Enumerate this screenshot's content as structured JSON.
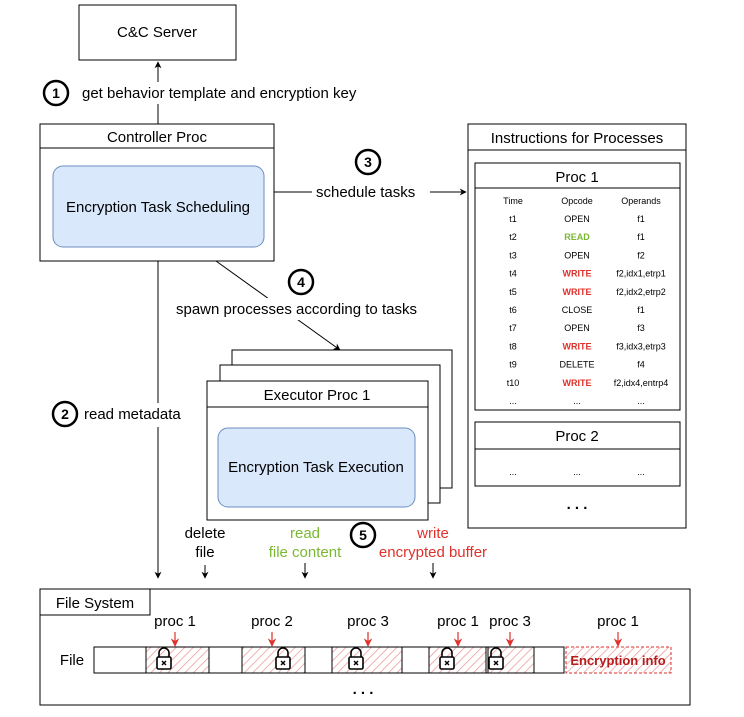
{
  "cnc": {
    "label": "C&C Server"
  },
  "steps": {
    "s1": {
      "num": "1",
      "text": "get  behavior template and encryption key"
    },
    "s2": {
      "num": "2",
      "text": "read metadata"
    },
    "s3": {
      "num": "3",
      "text": "schedule tasks"
    },
    "s4": {
      "num": "4",
      "text": "spawn processes according to tasks"
    },
    "s5": {
      "num": "5"
    }
  },
  "controller": {
    "title": "Controller Proc",
    "task": "Encryption Task Scheduling"
  },
  "executor": {
    "title": "Executor Proc 1",
    "task": "Encryption Task Execution"
  },
  "instructions": {
    "title": "Instructions for Processes",
    "proc1": {
      "title": "Proc 1",
      "headers": [
        "Time",
        "Opcode",
        "Operands"
      ],
      "rows": [
        {
          "time": "t1",
          "op": "OPEN",
          "operands": "f1",
          "kind": "normal"
        },
        {
          "time": "t2",
          "op": "READ",
          "operands": "f1",
          "kind": "read"
        },
        {
          "time": "t3",
          "op": "OPEN",
          "operands": "f2",
          "kind": "normal"
        },
        {
          "time": "t4",
          "op": "WRITE",
          "operands": "f2,idx1,etrp1",
          "kind": "write"
        },
        {
          "time": "t5",
          "op": "WRITE",
          "operands": "f2,idx2,etrp2",
          "kind": "write"
        },
        {
          "time": "t6",
          "op": "CLOSE",
          "operands": "f1",
          "kind": "normal"
        },
        {
          "time": "t7",
          "op": "OPEN",
          "operands": "f3",
          "kind": "normal"
        },
        {
          "time": "t8",
          "op": "WRITE",
          "operands": "f3,idx3,etrp3",
          "kind": "write"
        },
        {
          "time": "t9",
          "op": "DELETE",
          "operands": "f4",
          "kind": "normal"
        },
        {
          "time": "t10",
          "op": "WRITE",
          "operands": "f2,idx4,entrp4",
          "kind": "write"
        },
        {
          "time": "...",
          "op": "...",
          "operands": "...",
          "kind": "normal"
        }
      ]
    },
    "proc2": {
      "title": "Proc 2",
      "cells": [
        "...",
        "...",
        "..."
      ]
    },
    "more": ". . ."
  },
  "actions": {
    "delete1": "delete",
    "delete2": "file",
    "read1": "read",
    "read2": "file content",
    "write1": "write",
    "write2": "encrypted buffer"
  },
  "filesystem": {
    "title": "File System",
    "row_label": "File",
    "procs": [
      "proc 1",
      "proc 2",
      "proc 3",
      "proc 1",
      "proc 3",
      "proc 1"
    ],
    "enc_info": "Encryption info",
    "more": ". . ."
  },
  "colors": {
    "green": "#7ab833",
    "red": "#e0312b",
    "blue_fill": "#dae8fc",
    "blue_stroke": "#6c8ebf",
    "dark_red": "#b71c1c"
  }
}
